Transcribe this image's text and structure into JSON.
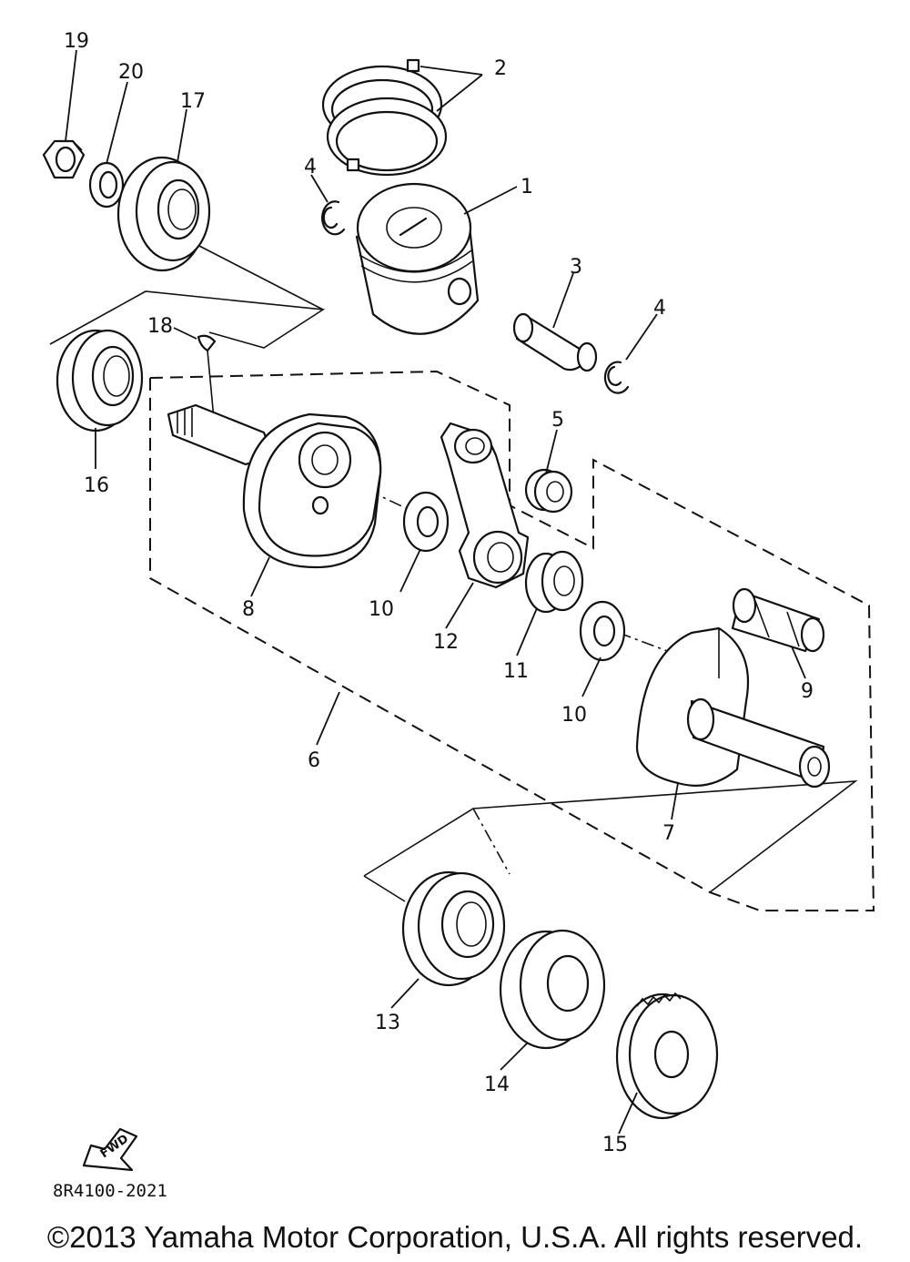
{
  "diagram": {
    "reference_code": "8R4100-2021",
    "fwd_label": "FWD",
    "copyright": "©2013 Yamaha Motor Corporation, U.S.A. All rights reserved.",
    "callouts": {
      "c1": "1",
      "c2": "2",
      "c3": "3",
      "c4a": "4",
      "c4b": "4",
      "c5": "5",
      "c6": "6",
      "c7": "7",
      "c8": "8",
      "c9": "9",
      "c10a": "10",
      "c10b": "10",
      "c11": "11",
      "c12": "12",
      "c13": "13",
      "c14": "14",
      "c15": "15",
      "c16": "16",
      "c17": "17",
      "c18": "18",
      "c19": "19",
      "c20": "20"
    }
  }
}
